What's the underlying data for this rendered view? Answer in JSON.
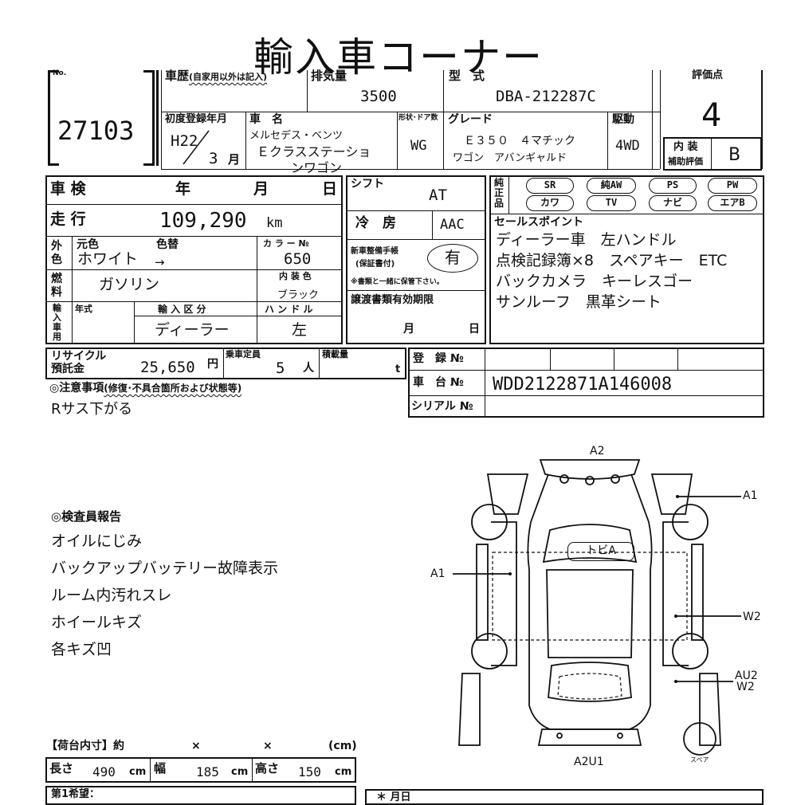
{
  "title": "輸入車コーナー",
  "lot": {
    "label": "No.",
    "number": "27103"
  },
  "history": {
    "label": "車歴",
    "note": "(自家用以外は記入)"
  },
  "displacement": {
    "label": "排気量",
    "value": "3500"
  },
  "model_code": {
    "label": "型　式",
    "value": "DBA-212287C"
  },
  "score": {
    "label": "評価点",
    "value": "4",
    "interior_label": "内 装",
    "interior_sub": "補助評価",
    "interior_value": "B"
  },
  "first_reg": {
    "label": "初度登録年月",
    "era_year": "H22",
    "month": "3",
    "month_unit": "月"
  },
  "car_name": {
    "label": "車　名",
    "maker": "メルセデス・ベンツ",
    "line1": "Ｅクラスステーショ",
    "line2": "ンワゴン"
  },
  "body_type": {
    "label": "形状･ドア数",
    "value": "WG"
  },
  "grade": {
    "label": "グレード",
    "line1": "Ｅ３５０　４マチック",
    "line2": "ワゴン　アバンギャルド"
  },
  "drive": {
    "label": "駆動",
    "value": "4WD"
  },
  "inspection": {
    "label": "車 検",
    "year": "年",
    "month": "月",
    "day": "日"
  },
  "shift": {
    "label": "シフト",
    "value": "AT"
  },
  "mileage": {
    "label": "走 行",
    "value": "109,290",
    "unit": "km"
  },
  "aircon": {
    "label": "冷　房",
    "value": "AAC"
  },
  "color": {
    "side_label": "外色",
    "orig_label": "元色",
    "change_label": "色替",
    "value": "ホワイト",
    "arrow": "→",
    "code_label": "カ ラ ー №",
    "code": "650"
  },
  "fuel": {
    "side_label": "燃料",
    "value": "ガソリン",
    "interior_color_label": "内 装 色",
    "interior_color": "ブラック"
  },
  "manual": {
    "label1": "新車整備手帳",
    "label2": "(保証書付)",
    "value": "有",
    "note": "※書類と一緒に保管下さい。"
  },
  "import": {
    "side_label": "輸入車用",
    "year_label": "年式",
    "type_label": "輸 入 区 分",
    "type": "ディーラー",
    "handle_label": "ハ ン ド ル",
    "handle": "左"
  },
  "transfer": {
    "label": "譲渡書類有効期限",
    "month": "月",
    "day": "日"
  },
  "equipment": {
    "label": "純正品",
    "items": [
      "SR",
      "純AW",
      "PS",
      "PW",
      "カワ",
      "TV",
      "ナビ",
      "エアB"
    ]
  },
  "sales_points": {
    "label": "セールスポイント",
    "lines": [
      "ディーラー車　左ハンドル",
      "点検記録簿×8　スペアキー　ETC",
      "バックカメラ　キーレスゴー",
      "サンルーフ　黒革シート"
    ]
  },
  "recycle": {
    "label1": "リサイクル",
    "label2": "預託金",
    "value": "25,650",
    "unit": "円",
    "capacity_label": "乗車定員",
    "capacity": "5",
    "capacity_unit": "人",
    "load_label": "積載量",
    "load_unit": "t"
  },
  "registration": {
    "label": "登　録 №",
    "chassis_label": "車　台 №",
    "chassis": "WDD2122871A146008",
    "serial_label": "シリアル №"
  },
  "notes": {
    "label": "◎注意事項",
    "sub": "(修復･不具合箇所および状態等)",
    "text": "Rサス下がる"
  },
  "inspector": {
    "label": "◎検査員報告",
    "lines": [
      "オイルにじみ",
      "バックアップバッテリー故障表示",
      "ルーム内汚れスレ",
      "ホイールキズ",
      "各キズ凹"
    ]
  },
  "diagram": {
    "labels": {
      "top": "A2",
      "right_front": "A1",
      "left_mid": "A1",
      "right_mid": "W2",
      "right_rear1": "AU2",
      "right_rear2": "W2",
      "bottom": "A2U1",
      "windshield": "トビA",
      "spare": "スペア"
    }
  },
  "cargo": {
    "label": "【荷台内寸】約",
    "x": "×",
    "unit": "(cm)",
    "length_label": "長さ",
    "length": "490",
    "width_label": "幅",
    "width": "185",
    "height_label": "高さ",
    "height": "150",
    "cm": "cm"
  },
  "hope": {
    "label": "第1希望：",
    "right_label": "＊ 月日"
  }
}
